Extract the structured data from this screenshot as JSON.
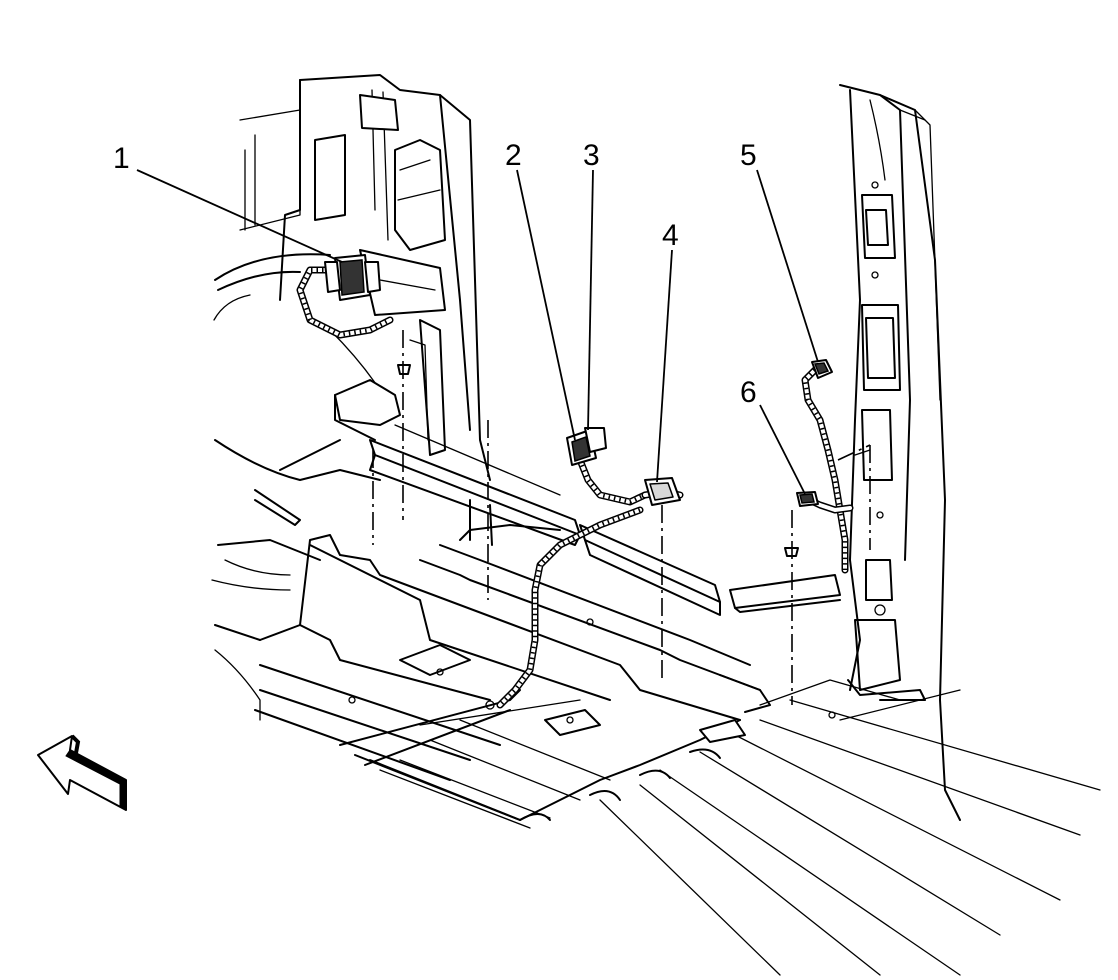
{
  "callouts": [
    {
      "label": "1"
    },
    {
      "label": "2"
    },
    {
      "label": "3"
    },
    {
      "label": "4"
    },
    {
      "label": "5"
    },
    {
      "label": "6"
    }
  ],
  "icons": {
    "direction_arrow": "front-direction-arrow-icon"
  },
  "colors": {
    "line": "#000000",
    "background": "#ffffff"
  }
}
